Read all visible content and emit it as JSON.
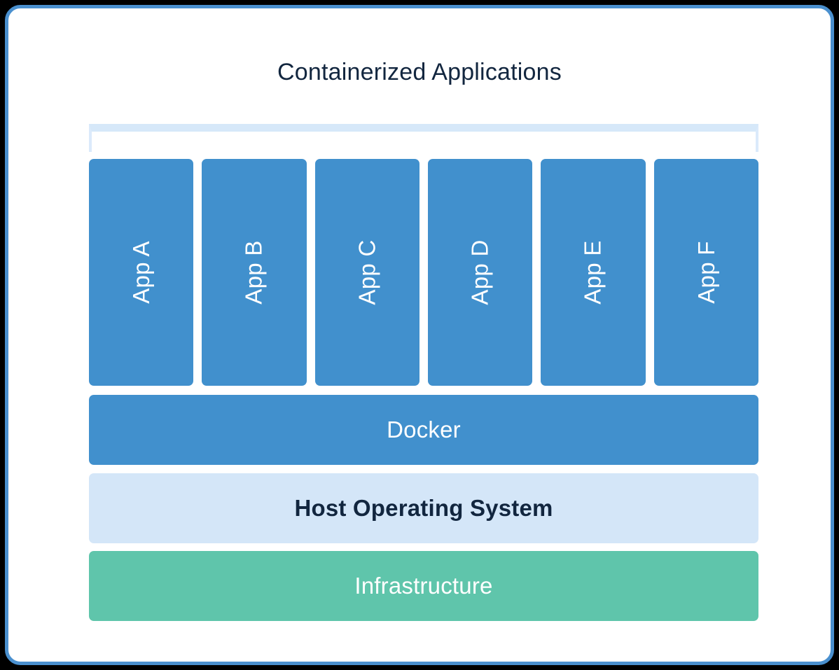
{
  "diagram": {
    "title": "Containerized Applications",
    "type": "layered-stack-diagram",
    "colors": {
      "card_border": "#4a90cf",
      "card_background": "#ffffff",
      "page_background": "#000000",
      "app_box": "#4190cd",
      "app_box_text": "#ffffff",
      "bracket": "#d6e8f9",
      "docker_bar": "#4190cd",
      "docker_text": "#ffffff",
      "host_os_bar": "#d4e6f8",
      "host_os_text": "#12263f",
      "infrastructure_bar": "#5fc5ab",
      "infrastructure_text": "#ffffff",
      "title_text": "#12263f"
    },
    "container_bracket": {
      "label": "",
      "name": "containerized-apps-bracket"
    },
    "apps": [
      {
        "label": "App A"
      },
      {
        "label": "App B"
      },
      {
        "label": "App C"
      },
      {
        "label": "App D"
      },
      {
        "label": "App E"
      },
      {
        "label": "App F"
      }
    ],
    "layers": [
      {
        "id": "docker",
        "label": "Docker"
      },
      {
        "id": "host-os",
        "label": "Host Operating System"
      },
      {
        "id": "infrastructure",
        "label": "Infrastructure"
      }
    ]
  }
}
